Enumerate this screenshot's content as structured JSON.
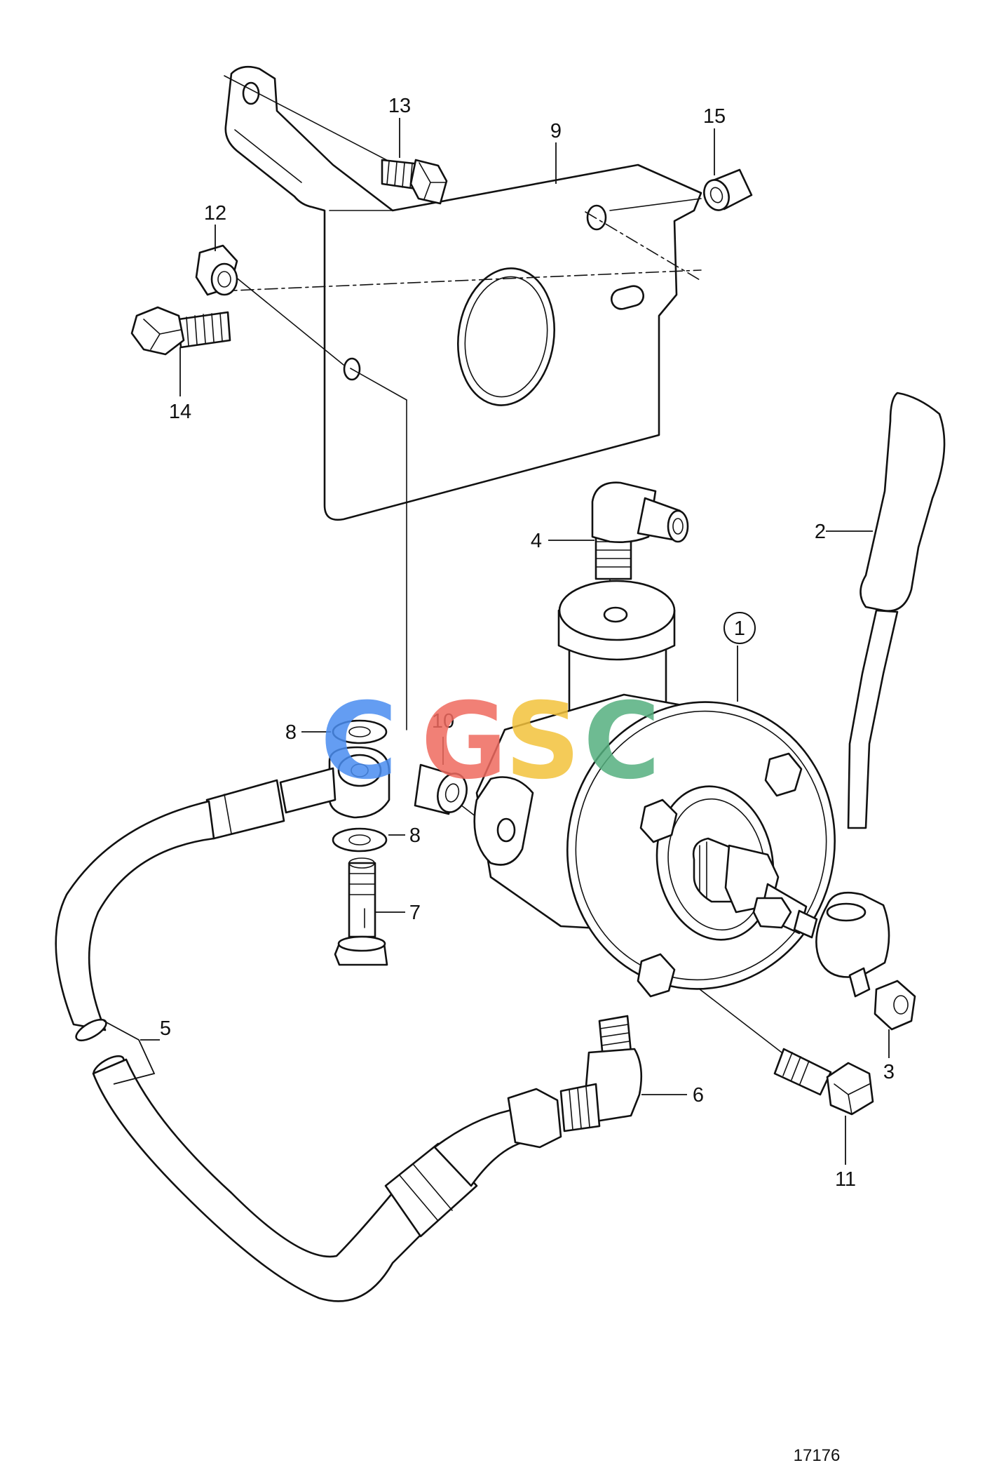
{
  "diagram": {
    "labels": {
      "p1": "1",
      "p2": "2",
      "p3": "3",
      "p4": "4",
      "p5": "5",
      "p6": "6",
      "p7": "7",
      "p8a": "8",
      "p8b": "8",
      "p9": "9",
      "p10": "10",
      "p11": "11",
      "p12": "12",
      "p13": "13",
      "p14": "14",
      "p15": "15"
    },
    "drawing_number": "17176"
  },
  "watermark": {
    "letters": [
      "C",
      "G",
      "S",
      "C"
    ],
    "colors": [
      "#4a8df0",
      "#ef6a5f",
      "#f3c23c",
      "#55b07f"
    ]
  }
}
